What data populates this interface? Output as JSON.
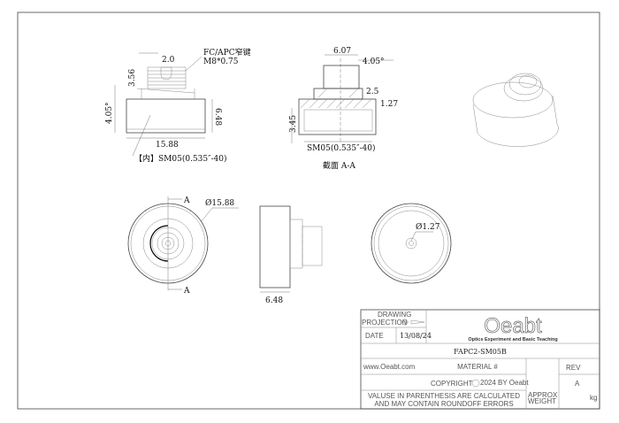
{
  "top_view": {
    "dim_width_thread": "2.0",
    "dim_thread_height": "3.56",
    "dim_angle": "4.05°",
    "dim_height": "6.48",
    "dim_diameter": "15.88",
    "note_thread_inner": "【内】SM05(0.535″-40)",
    "note_connector": "FC/APC窄键",
    "note_connector_thread": "M8*0.75"
  },
  "section_view": {
    "dim_top_width": "6.07",
    "dim_angle": "4.05°",
    "dim_step": "2.5",
    "dim_wall": "1.27",
    "dim_depth": "3.45",
    "note_thread": "SM05(0.535″-40)",
    "title": "截面 A-A"
  },
  "front_view": {
    "section_marker_top": "A",
    "section_marker_bottom": "A",
    "dim_diameter": "Ø15.88"
  },
  "side_view": {
    "dim_length": "6.48"
  },
  "back_view": {
    "dim_hole": "Ø1.27"
  },
  "title_block": {
    "drawing_label": "DRAWING",
    "projection_label": "PROJECTION",
    "date_label": "DATE",
    "date_value": "13/08/24",
    "logo_text": "Oeabt",
    "logo_tagline": "Optics Experiment and Basic Teaching",
    "part_number": "FAPC2-SM05B",
    "website": "www.Oeabt.com",
    "material_label": "MATERIAL #",
    "rev_label": "REV",
    "rev_value": "A",
    "copyright_label": "COPYRIGHT",
    "copyright_detail": "2024 BY Oeabt",
    "note_line1": "VALUSE IN PARENTHESIS ARE CALCULATED",
    "note_line2": "AND MAY CONTAIN ROUNDOFF ERRORS",
    "approx_label": "APPROX",
    "weight_label": "WEIGHT",
    "weight_unit": "kg"
  }
}
